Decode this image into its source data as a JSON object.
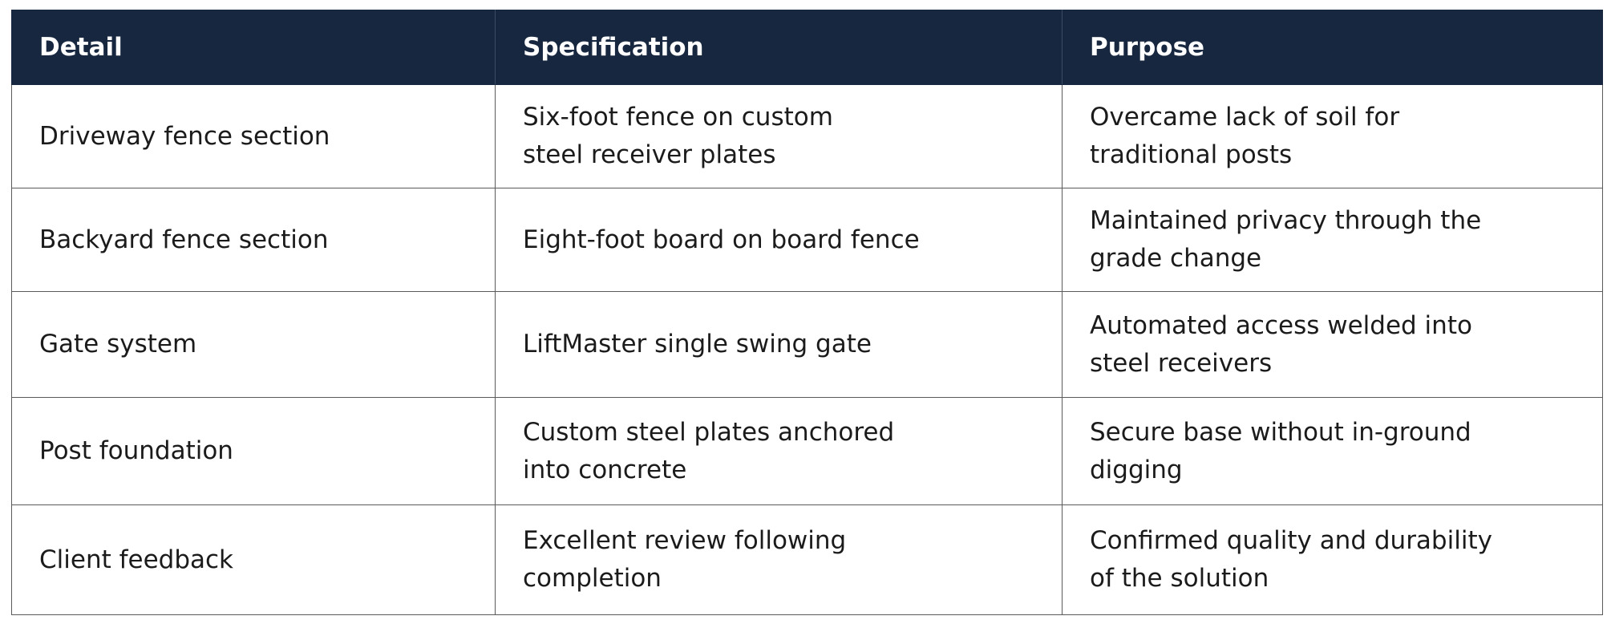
{
  "table": {
    "headers": [
      "Detail",
      "Specification",
      "Purpose"
    ],
    "rows": [
      [
        "Driveway fence section",
        "Six-foot fence on custom\nsteel receiver plates",
        "Overcame lack of soil for\ntraditional posts"
      ],
      [
        "Backyard fence section",
        "Eight-foot board on board fence",
        "Maintained privacy through the\ngrade change"
      ],
      [
        "Gate system",
        "LiftMaster single swing gate",
        "Automated access welded into\nsteel receivers"
      ],
      [
        "Post foundation",
        "Custom steel plates anchored\ninto concrete",
        "Secure base without in-ground\ndigging"
      ],
      [
        "Client feedback",
        "Excellent review following\ncompletion",
        "Confirmed quality and durability\nof the solution"
      ]
    ]
  },
  "colors": {
    "header_bg": "#172740",
    "header_text": "#ffffff",
    "body_text": "#1b1b1b",
    "border": "#5a5a5a"
  }
}
